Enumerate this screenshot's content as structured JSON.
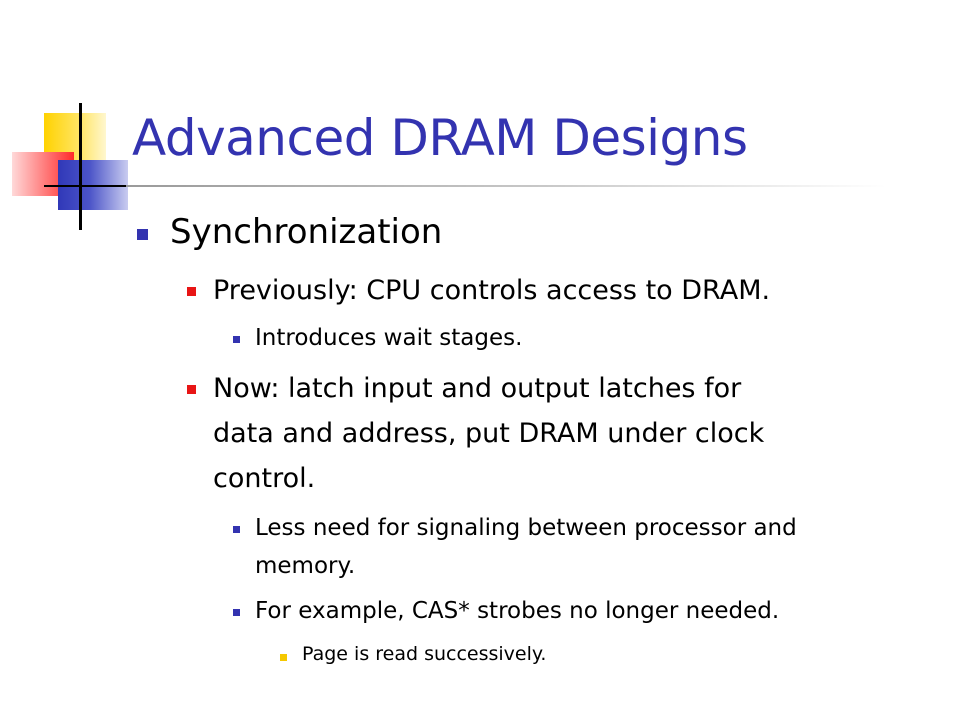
{
  "slide": {
    "title": "Advanced DRAM Designs",
    "bullets": {
      "sync": "Synchronization",
      "previously": "Previously: CPU controls access to DRAM.",
      "wait": "Introduces wait stages.",
      "now_line1": "Now: latch input and output latches for",
      "now_line2": "data and address, put DRAM under clock",
      "now_line3": "control.",
      "less_line1": "Less need for signaling between processor and",
      "less_line2": "memory.",
      "cas": "For example, CAS* strobes no longer needed.",
      "page": "Page is read successively."
    }
  },
  "colors": {
    "title": "#3333b0",
    "bullet_level1": "#3333b0",
    "bullet_level2": "#e81515",
    "bullet_level3": "#3333b0",
    "bullet_level4": "#f5c800"
  }
}
